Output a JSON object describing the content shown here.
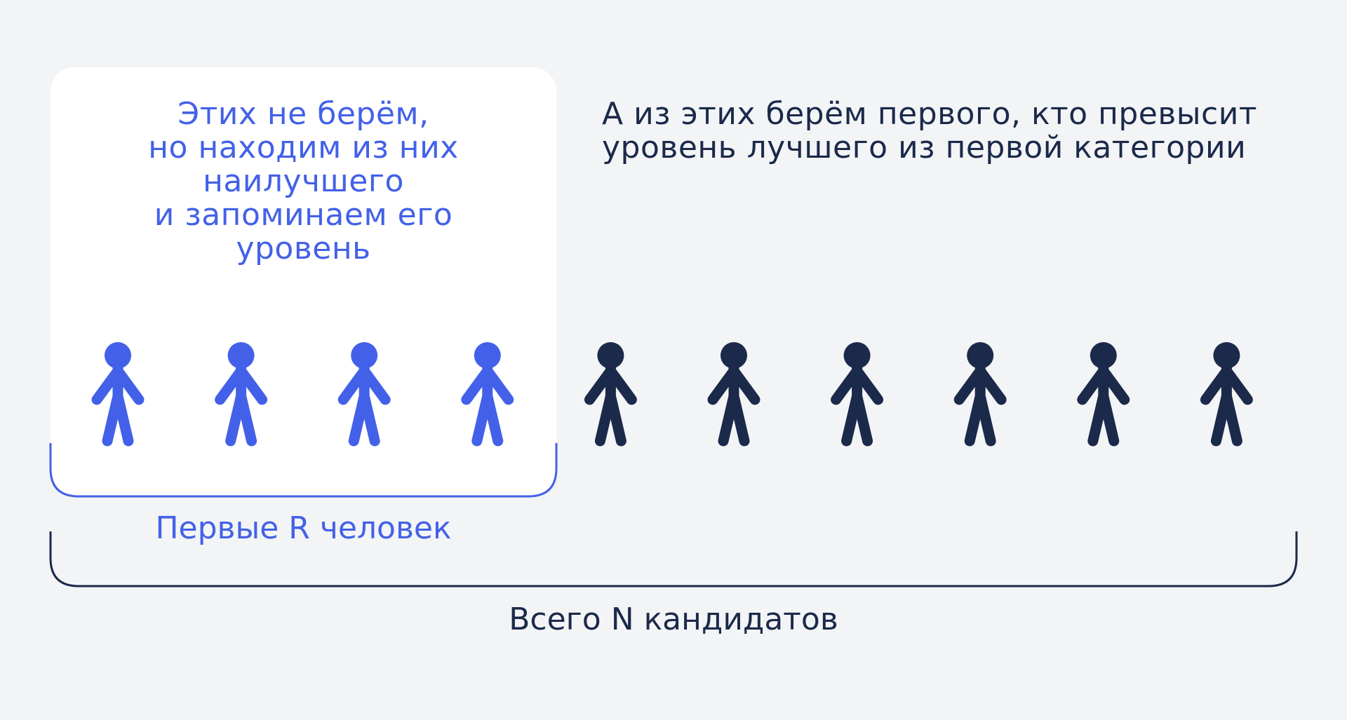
{
  "colors": {
    "background": "#f3f4f6",
    "panel": "#ffffff",
    "accent_blue": "#4361e8",
    "dark_navy": "#1b2a4a"
  },
  "first_group_note": {
    "lines": [
      "Этих не берём,",
      "но находим из них",
      "наилучшего",
      "и запоминаем его",
      "уровень"
    ]
  },
  "rest_group_note": {
    "lines": [
      "А из этих берём первого, кто превысит",
      "уровень лучшего из первой категории"
    ]
  },
  "people": {
    "icon": "person-icon",
    "highlighted_count": 4,
    "total_count": 10
  },
  "brackets": {
    "first_r_label": "Первые R человек",
    "total_n_label": "Всего N кандидатов"
  }
}
